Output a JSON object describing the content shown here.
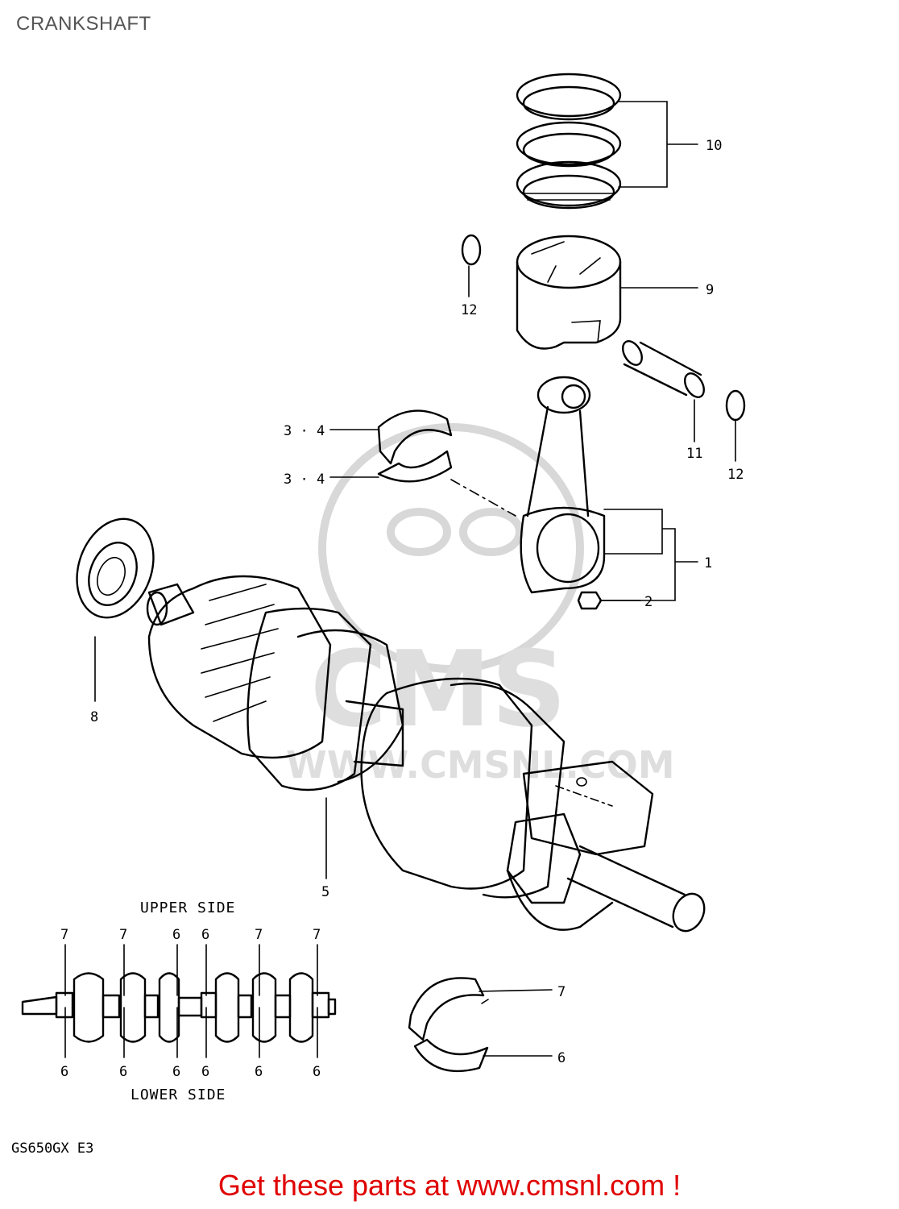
{
  "page_title": "CRANKSHAFT",
  "footer_text": "Get these parts at www.cmsnl.com !",
  "model_code": "GS650GX E3",
  "watermark": {
    "brand": "CMS",
    "url": "WWW.CMSNL.COM"
  },
  "callouts": [
    {
      "id": "label-10",
      "text": "10"
    },
    {
      "id": "label-9",
      "text": "9"
    },
    {
      "id": "label-12a",
      "text": "12"
    },
    {
      "id": "label-11",
      "text": "11"
    },
    {
      "id": "label-12b",
      "text": "12"
    },
    {
      "id": "label-34a",
      "text": "3 · 4"
    },
    {
      "id": "label-34b",
      "text": "3 · 4"
    },
    {
      "id": "label-1",
      "text": "1"
    },
    {
      "id": "label-2",
      "text": "2"
    },
    {
      "id": "label-8",
      "text": "8"
    },
    {
      "id": "label-5",
      "text": "5"
    },
    {
      "id": "label-7",
      "text": "7"
    },
    {
      "id": "label-6",
      "text": "6"
    }
  ],
  "bearing_map": {
    "upper_label": "UPPER SIDE",
    "lower_label": "LOWER SIDE",
    "upper_numbers": [
      "7",
      "7",
      "6",
      "6",
      "7",
      "7"
    ],
    "lower_numbers": [
      "6",
      "6",
      "6",
      "6",
      "6",
      "6"
    ]
  }
}
